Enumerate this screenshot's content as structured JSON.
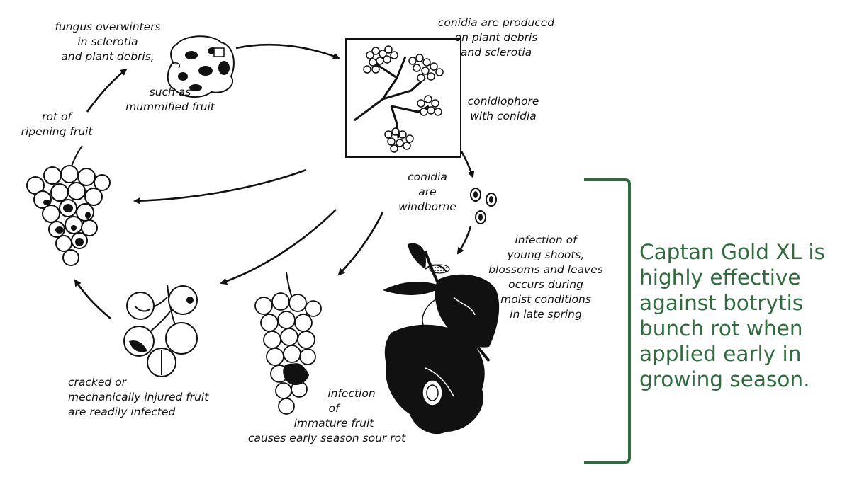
{
  "diagram": {
    "labels": {
      "overwinter": [
        "fungus overwinters",
        "in sclerotia",
        "and plant debris,"
      ],
      "such_as": [
        "such as",
        "mummified fruit"
      ],
      "conidia_produced": [
        "conidia are produced",
        "on plant debris",
        "and sclerotia"
      ],
      "conidiophore": [
        "conidiophore",
        "with conidia"
      ],
      "windborne": [
        "conidia",
        "are",
        "windborne"
      ],
      "infection_shoots": [
        "infection of",
        "young shoots,",
        "blossoms and leaves",
        "occurs during",
        "moist conditions",
        "in late spring"
      ],
      "rot_ripening": [
        "rot of",
        "ripening fruit"
      ],
      "cracked": [
        "cracked or",
        "mechanically injured fruit",
        "are readily infected"
      ],
      "immature": [
        "infection",
        "of",
        "immature fruit",
        "causes early season sour rot"
      ]
    }
  },
  "callout": {
    "lines": [
      "Captan Gold XL is",
      "highly effective",
      "against botrytis",
      "bunch rot when",
      "applied early in",
      "growing season."
    ],
    "color": "#2f6b3f"
  }
}
